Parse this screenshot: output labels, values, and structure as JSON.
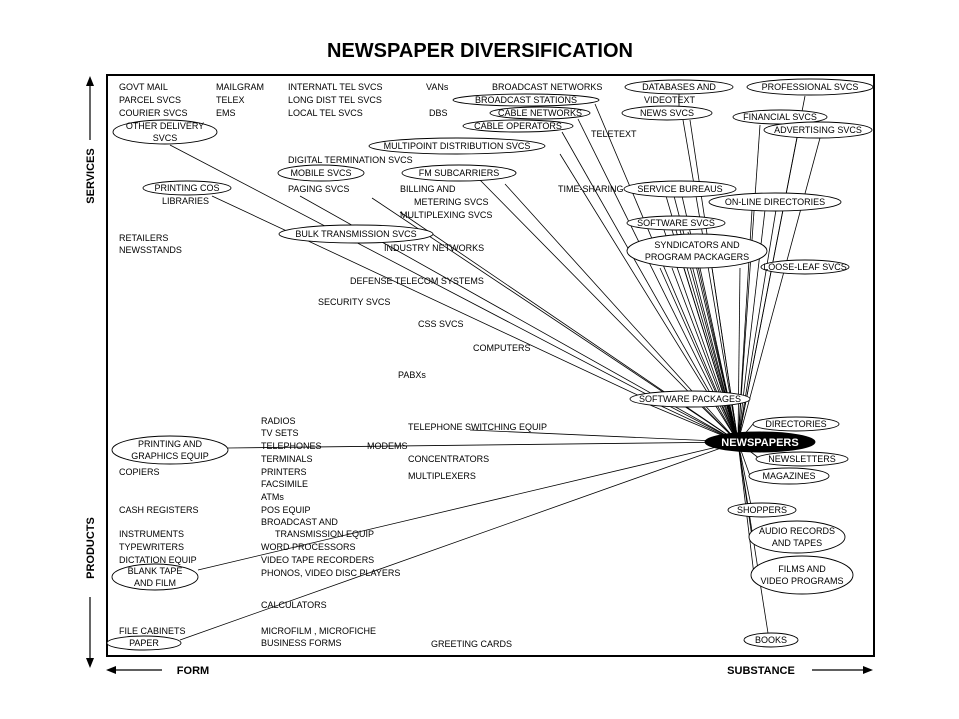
{
  "title": "NEWSPAPER DIVERSIFICATION",
  "axes": {
    "services": "SERVICES",
    "products": "PRODUCTS",
    "form": "FORM",
    "substance": "SUBSTANCE"
  },
  "labels": [
    "GOVT MAIL",
    "PARCEL SVCS",
    "COURIER SVCS",
    "MAILGRAM",
    "TELEX",
    "EMS",
    "INTERNATL TEL SVCS",
    "LONG DIST TEL SVCS",
    "LOCAL TEL SVCS",
    "VANs",
    "DBS",
    "BROADCAST NETWORKS",
    "TELETEXT",
    "DIGITAL TERMINATION SVCS",
    "PAGING SVCS",
    "BILLING AND",
    "METERING SVCS",
    "MULTIPLEXING SVCS",
    "LIBRARIES",
    "RETAILERS",
    "NEWSSTANDS",
    "INDUSTRY NETWORKS",
    "DEFENSE TELECOM SYSTEMS",
    "SECURITY SVCS",
    "CSS SVCS",
    "COMPUTERS",
    "PABXs",
    "TIME-SHARING",
    "VIDEOTEXT",
    "RADIOS",
    "TV SETS",
    "TELEPHONES",
    "TERMINALS",
    "PRINTERS",
    "FACSIMILE",
    "ATMs",
    "POS EQUIP",
    "BROADCAST AND",
    "TRANSMISSION EQUIP",
    "WORD PROCESSORS",
    "VIDEO TAPE RECORDERS",
    "PHONOS, VIDEO DISC PLAYERS",
    "CALCULATORS",
    "MICROFILM , MICROFICHE",
    "BUSINESS FORMS",
    "GREETING CARDS",
    "TELEPHONE SWITCHING EQUIP",
    "MODEMS",
    "CONCENTRATORS",
    "MULTIPLEXERS",
    "COPIERS",
    "CASH REGISTERS",
    "INSTRUMENTS",
    "TYPEWRITERS",
    "DICTATION EQUIP",
    "FILE CABINETS"
  ],
  "nodes": [
    {
      "lines": [
        "OTHER DELIVERY",
        "SVCS"
      ]
    },
    {
      "lines": [
        "BROADCAST STATIONS"
      ]
    },
    {
      "lines": [
        "CABLE NETWORKS"
      ]
    },
    {
      "lines": [
        "CABLE OPERATORS"
      ]
    },
    {
      "lines": [
        "MULTIPOINT DISTRIBUTION SVCS"
      ]
    },
    {
      "lines": [
        "MOBILE SVCS"
      ]
    },
    {
      "lines": [
        "FM SUBCARRIERS"
      ]
    },
    {
      "lines": [
        "PRINTING COS"
      ]
    },
    {
      "lines": [
        "BULK TRANSMISSION SVCS"
      ]
    },
    {
      "lines": [
        "DATABASES AND"
      ]
    },
    {
      "lines": [
        "NEWS SVCS"
      ]
    },
    {
      "lines": [
        "PROFESSIONAL SVCS"
      ]
    },
    {
      "lines": [
        "FINANCIAL SVCS"
      ]
    },
    {
      "lines": [
        "ADVERTISING SVCS"
      ]
    },
    {
      "lines": [
        "SERVICE BUREAUS"
      ]
    },
    {
      "lines": [
        "ON-LINE DIRECTORIES"
      ]
    },
    {
      "lines": [
        "SOFTWARE SVCS"
      ]
    },
    {
      "lines": [
        "SYNDICATORS AND",
        "PROGRAM PACKAGERS"
      ]
    },
    {
      "lines": [
        "LOOSE-LEAF SVCS"
      ]
    },
    {
      "lines": [
        "SOFTWARE PACKAGES"
      ]
    },
    {
      "lines": [
        "DIRECTORIES"
      ]
    },
    {
      "lines": [
        "NEWSLETTERS"
      ]
    },
    {
      "lines": [
        "MAGAZINES"
      ]
    },
    {
      "lines": [
        "SHOPPERS"
      ]
    },
    {
      "lines": [
        "AUDIO RECORDS",
        "AND TAPES"
      ]
    },
    {
      "lines": [
        "FILMS AND",
        "VIDEO PROGRAMS"
      ]
    },
    {
      "lines": [
        "BOOKS"
      ]
    },
    {
      "lines": [
        "PRINTING AND",
        "GRAPHICS EQUIP"
      ]
    },
    {
      "lines": [
        "BLANK TAPE",
        "AND FILM"
      ]
    },
    {
      "lines": [
        "PAPER"
      ]
    },
    {
      "lines": [
        "NEWSPAPERS"
      ]
    }
  ]
}
